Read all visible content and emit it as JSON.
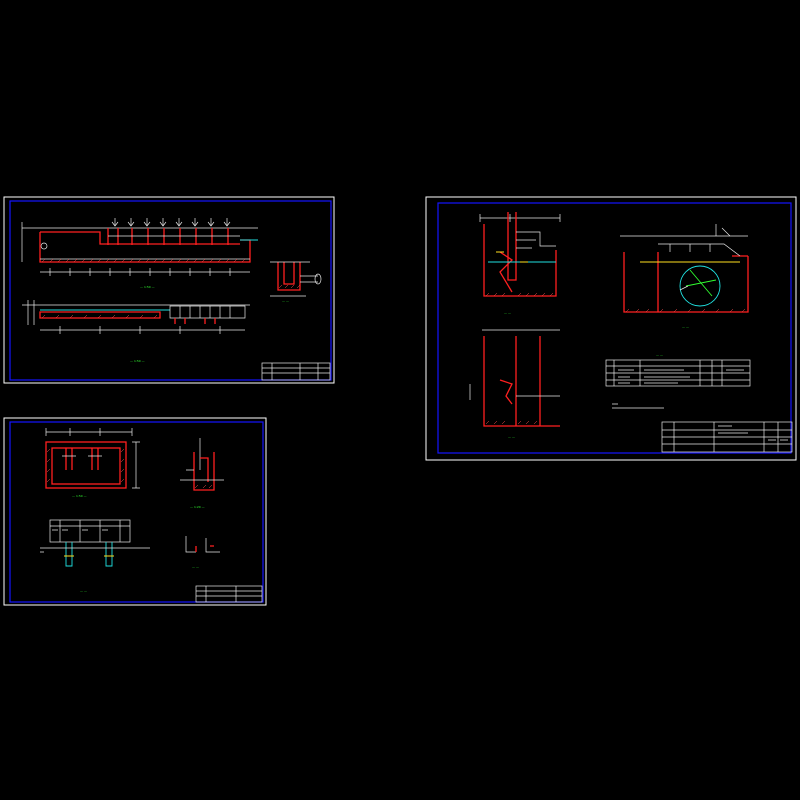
{
  "canvas": {
    "background": "#000000"
  },
  "colors": {
    "sheet_border": "#ffffff",
    "frame": "#1414ff",
    "wall": "#ff2020",
    "dimension": "#e8e8e8",
    "pipe": "#20e0e0",
    "level": "#ffe020",
    "caption": "#30ff30"
  },
  "sheets": [
    {
      "id": "sheet-1",
      "content": "longitudinal section and cross sections"
    },
    {
      "id": "sheet-2",
      "content": "plan and detail sections"
    },
    {
      "id": "sheet-3",
      "content": "sections, circular inlet detail and material table"
    }
  ]
}
